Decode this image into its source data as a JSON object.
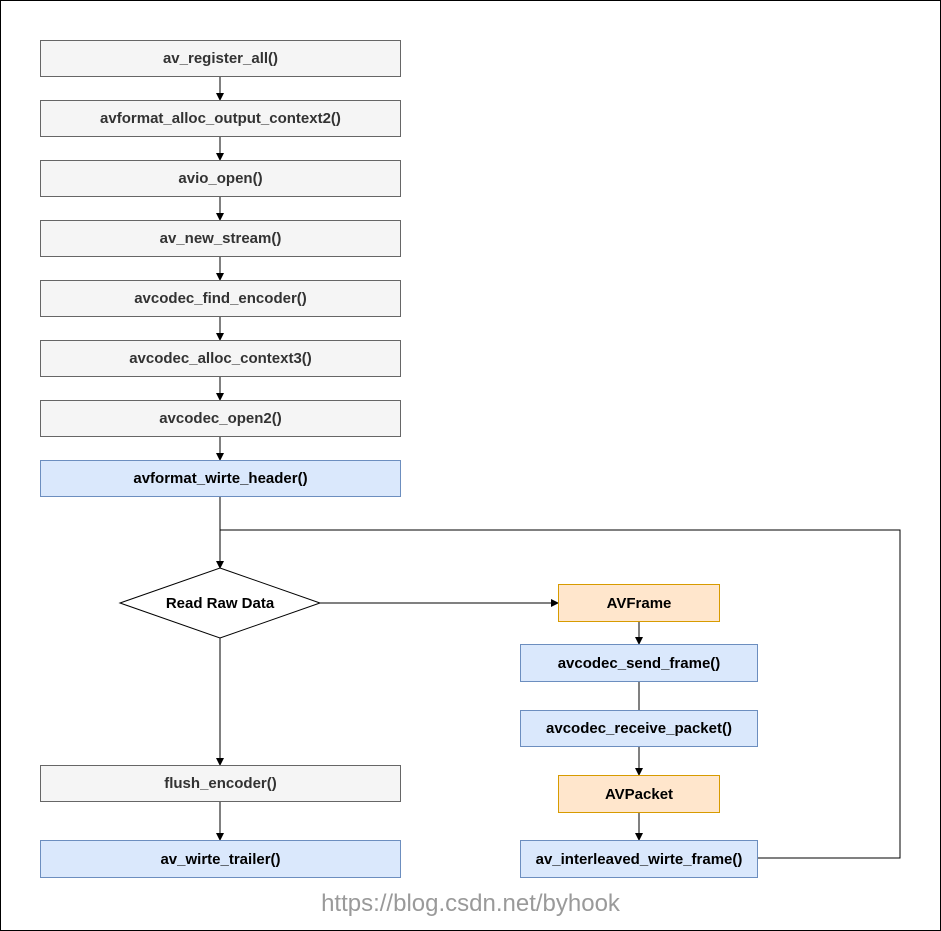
{
  "nodes": {
    "register_all": "av_register_all()",
    "alloc_output_context2": "avformat_alloc_output_context2()",
    "avio_open": "avio_open()",
    "new_stream": "av_new_stream()",
    "find_encoder": "avcodec_find_encoder()",
    "alloc_context3": "avcodec_alloc_context3()",
    "open2": "avcodec_open2()",
    "write_header": "avformat_wirte_header()",
    "read_raw_data": "Read Raw Data",
    "avframe": "AVFrame",
    "send_frame": "avcodec_send_frame()",
    "receive_packet": "avcodec_receive_packet()",
    "avpacket": "AVPacket",
    "interleaved_write_frame": "av_interleaved_wirte_frame()",
    "flush_encoder": "flush_encoder()",
    "write_trailer": "av_wirte_trailer()"
  },
  "watermark": "https://blog.csdn.net/byhook",
  "colors": {
    "gray_fill": "#f5f5f5",
    "gray_stroke": "#666666",
    "blue_fill": "#dae8fc",
    "blue_stroke": "#6c8ebf",
    "orange_fill": "#ffe6cc",
    "orange_stroke": "#d79b00"
  }
}
